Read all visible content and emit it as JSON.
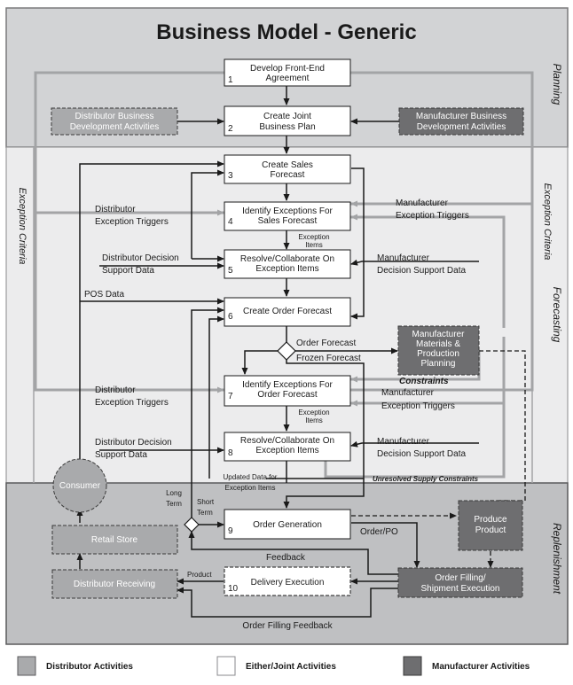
{
  "title": "Business Model - Generic",
  "lanes": {
    "planning": "Planning",
    "exception_criteria_left": "Exception Criteria",
    "exception_criteria_right": "Exception Criteria",
    "forecasting": "Forecasting",
    "replenishment": "Replenishment"
  },
  "steps": [
    {
      "num": "1",
      "line1": "Develop Front-End",
      "line2": "Agreement"
    },
    {
      "num": "2",
      "line1": "Create Joint",
      "line2": "Business Plan"
    },
    {
      "num": "3",
      "line1": "Create Sales",
      "line2": "Forecast"
    },
    {
      "num": "4",
      "line1": "Identify Exceptions For",
      "line2": "Sales Forecast"
    },
    {
      "num": "5",
      "line1": "Resolve/Collaborate On",
      "line2": "Exception Items"
    },
    {
      "num": "6",
      "line1": "Create Order Forecast",
      "line2": ""
    },
    {
      "num": "7",
      "line1": "Identify Exceptions For",
      "line2": "Order Forecast"
    },
    {
      "num": "8",
      "line1": "Resolve/Collaborate On",
      "line2": "Exception Items"
    },
    {
      "num": "9",
      "line1": "Order Generation",
      "line2": ""
    },
    {
      "num": "10",
      "line1": "Delivery Execution",
      "line2": ""
    }
  ],
  "side_boxes": {
    "dist_bus_dev": {
      "line1": "Distributor Business",
      "line2": "Development Activities"
    },
    "mfr_bus_dev": {
      "line1": "Manufacturer Business",
      "line2": "Development Activities"
    },
    "mfr_materials": {
      "line1": "Manufacturer",
      "line2": "Materials &",
      "line3": "Production",
      "line4": "Planning"
    },
    "produce_product": {
      "line1": "Produce",
      "line2": "Product"
    },
    "order_filling": {
      "line1": "Order Filling/",
      "line2": "Shipment Execution"
    },
    "retail_store": "Retail Store",
    "distributor_receiving": "Distributor Receiving",
    "consumer": "Consumer"
  },
  "flow_labels": {
    "dist_exc_triggers_1": {
      "line1": "Distributor",
      "line2": "Exception Triggers"
    },
    "dist_exc_triggers_2": {
      "line1": "Distributor",
      "line2": "Exception Triggers"
    },
    "dist_decision_1": {
      "line1": "Distributor Decision",
      "line2": "Support Data"
    },
    "dist_decision_2": {
      "line1": "Distributor Decision",
      "line2": "Support Data"
    },
    "mfr_exc_triggers_1": {
      "line1": "Manufacturer",
      "line2": "Exception Triggers"
    },
    "mfr_exc_triggers_2": {
      "line1": "Manufacturer",
      "line2": "Exception Triggers"
    },
    "mfr_decision_1": {
      "line1": "Manufacturer",
      "line2": "Decision Support Data"
    },
    "mfr_decision_2": {
      "line1": "Manufacturer",
      "line2": "Decision Support Data"
    },
    "exception_items_1": {
      "line1": "Exception",
      "line2": "Items"
    },
    "exception_items_2": {
      "line1": "Exception",
      "line2": "Items"
    },
    "pos_data": "POS Data",
    "order_forecast": "Order Forecast",
    "frozen_forecast": "Frozen Forecast",
    "constraints": "Constraints",
    "unresolved": "Unresolved Supply Constraints",
    "updated_data": {
      "line1": "Updated Data for",
      "line2": "Exception Items"
    },
    "long_term": {
      "line1": "Long",
      "line2": "Term"
    },
    "short_term": {
      "line1": "Short",
      "line2": "Term"
    },
    "order_po": "Order/PO",
    "feedback": "Feedback",
    "product": "Product",
    "order_filling_feedback": "Order Filling Feedback"
  },
  "legend": [
    {
      "label": "Distributor Activities",
      "color": "#a9aaac"
    },
    {
      "label": "Either/Joint Activities",
      "color": "#ffffff"
    },
    {
      "label": "Manufacturer Activities",
      "color": "#6e6e70"
    }
  ],
  "colors": {
    "planning_bg": "#d2d3d5",
    "forecasting_bg": "#ececed",
    "replenishment_bg": "#bfc0c2",
    "distributor_box": "#a9aaac",
    "manufacturer_box": "#6e6e70",
    "exception_line": "#a3a4a6"
  }
}
